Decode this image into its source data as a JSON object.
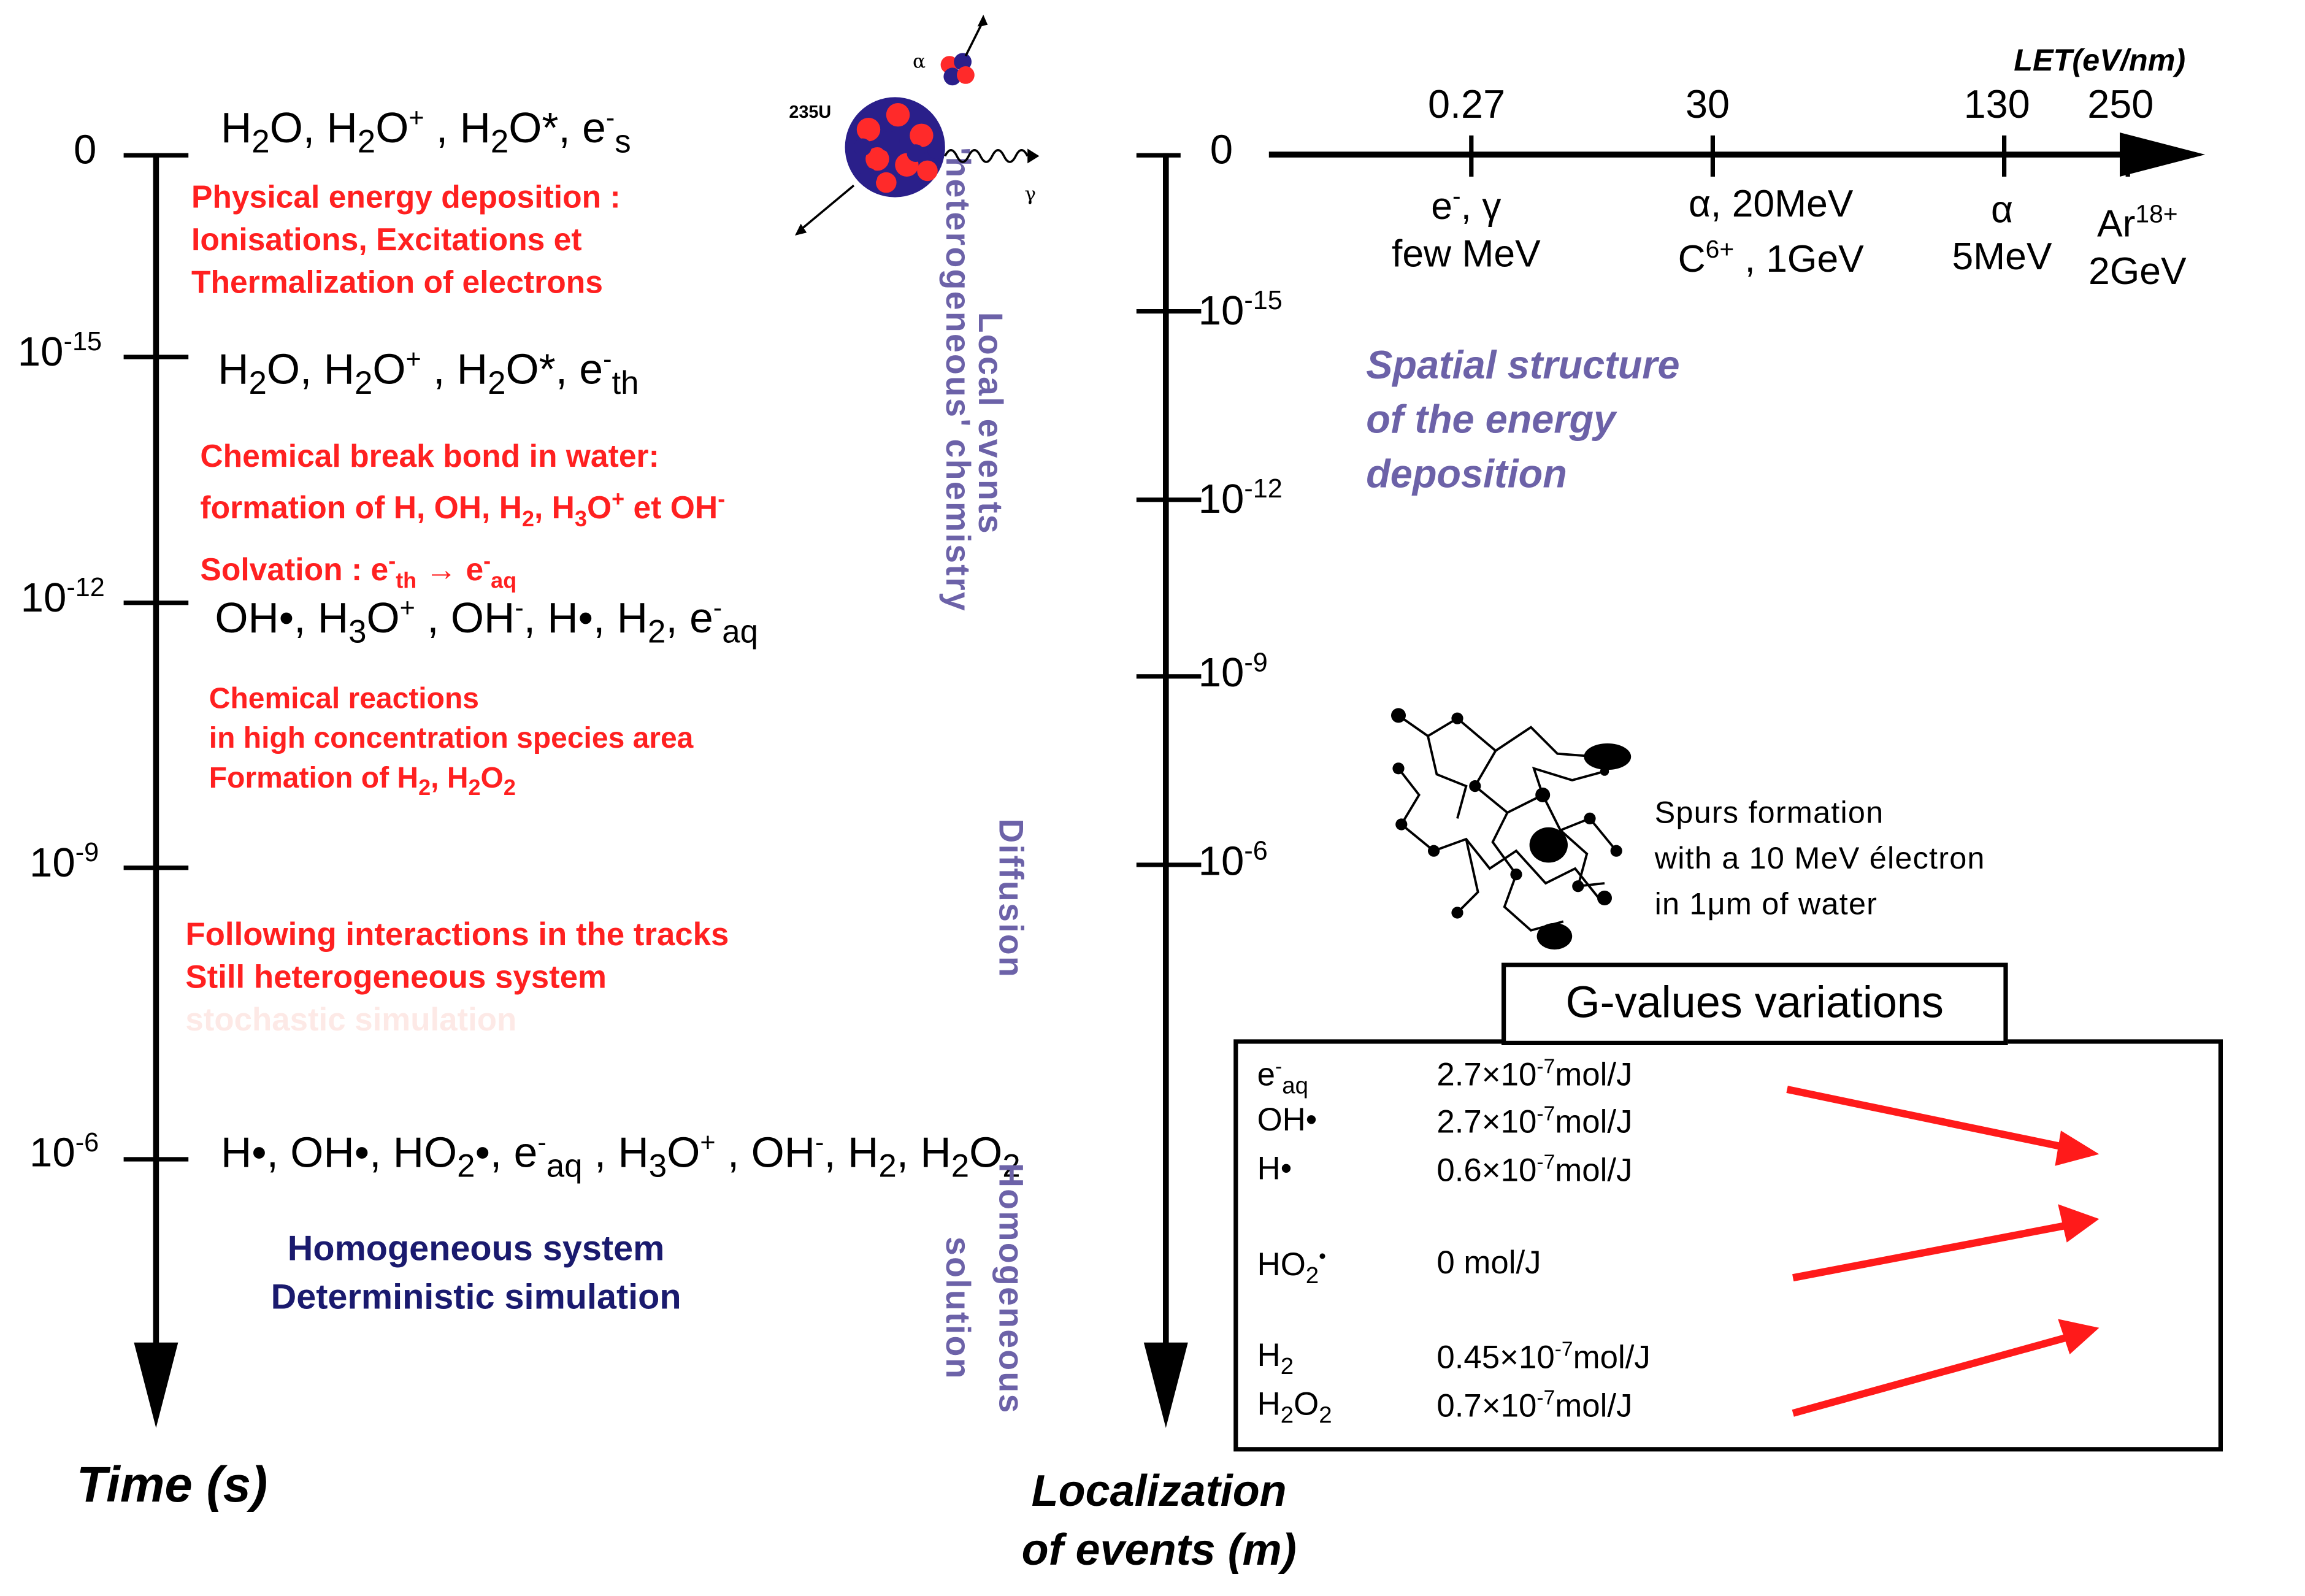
{
  "left_axis": {
    "title": "Time (s)",
    "ticks": [
      {
        "base": "0",
        "exp": ""
      },
      {
        "base": "10",
        "exp": "-15"
      },
      {
        "base": "10",
        "exp": "-12"
      },
      {
        "base": "10",
        "exp": "-9"
      },
      {
        "base": "10",
        "exp": "-6"
      }
    ]
  },
  "species_rows": [
    "H2O, H2O+ , H2O*, e-s",
    "H2O, H2O+ , H2O*, e-th",
    "OH•, H3O+ , OH-, H•, H2, e-aq",
    "H•, OH•, HO2•, e-aq , H3O+ , OH-, H2, H2O2"
  ],
  "stages": {
    "physical": [
      "Physical energy deposition :",
      "Ionisations, Excitations et",
      "Thermalization of  electrons"
    ],
    "chemical_break": [
      "Chemical break bond in water:",
      "formation of H, OH, H2, H3O+ et OH-",
      "Solvation : e-th → e-aq"
    ],
    "chemical_reactions": [
      "Chemical reactions",
      "in high concentration species area",
      "Formation of  H2, H2O2"
    ],
    "following": [
      "Following interactions in the tracks",
      "Still heterogeneous system",
      "stochastic simulation"
    ],
    "homogeneous": [
      "Homogeneous system",
      "Deterministic simulation"
    ]
  },
  "vertical_labels": {
    "local_events": "Local events",
    "heterogeneous": "'heterogeneous' chemistry",
    "diffusion": "Diffusion",
    "homogeneous": "Homogeneous",
    "solution": "solution"
  },
  "right_axis": {
    "title_line1": "Localization",
    "title_line2": "of events (m)",
    "ticks": [
      {
        "base": "0",
        "exp": ""
      },
      {
        "base": "10",
        "exp": "-15"
      },
      {
        "base": "10",
        "exp": "-12"
      },
      {
        "base": "10",
        "exp": "-9"
      },
      {
        "base": "10",
        "exp": "-6"
      }
    ]
  },
  "let_axis": {
    "title": "LET(eV/nm)",
    "ticks": [
      "0.27",
      "30",
      "130",
      "250"
    ],
    "particles": [
      {
        "line1": "e-, γ",
        "line2": "few MeV"
      },
      {
        "line1": "α, 20MeV",
        "line2": "C6+ , 1GeV"
      },
      {
        "line1": "α",
        "line2": "5MeV"
      },
      {
        "line1": "Ar18+",
        "line2": "2GeV"
      }
    ]
  },
  "spatial_text": [
    "Spatial structure",
    "of the energy",
    "deposition"
  ],
  "source_labels": {
    "uranium": "235U",
    "alpha": "α",
    "gamma": "γ"
  },
  "spurs_text": [
    "Spurs formation",
    "with a 10 MeV électron",
    "in  1μm of water"
  ],
  "gvalues": {
    "title": "G-values variations",
    "rows": [
      {
        "species": "e-aq",
        "value": "2.7×10-7mol/J"
      },
      {
        "species": "OH•",
        "value": "2.7×10-7mol/J"
      },
      {
        "species": "H•",
        "value": "0.6×10-7mol/J"
      },
      {
        "species": "HO2•",
        "value": "0 mol/J"
      },
      {
        "species": "H2",
        "value": "0.45×10-7mol/J"
      },
      {
        "species": "H2O2",
        "value": "0.7×10-7mol/J"
      }
    ],
    "trends": [
      "decrease",
      "increase",
      "increase"
    ],
    "arrow_color": "#ff1a1a"
  },
  "colors": {
    "red_text": "#ff2020",
    "purple_text": "#6c62a8",
    "navy_text": "#1a1a6e",
    "faded_text": "#fde9e6"
  }
}
